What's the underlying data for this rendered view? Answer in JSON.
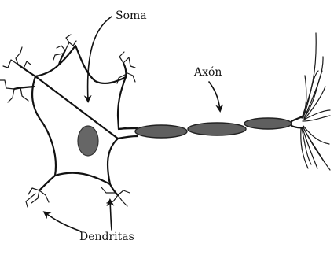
{
  "diagram": {
    "labels": {
      "soma": "Soma",
      "axon": "Axón",
      "dendrites": "Dendritas"
    },
    "colors": {
      "ink": "#111111",
      "myelin_fill": "#5f5f5f",
      "nucleus_fill": "#666666",
      "background": "#ffffff"
    }
  }
}
